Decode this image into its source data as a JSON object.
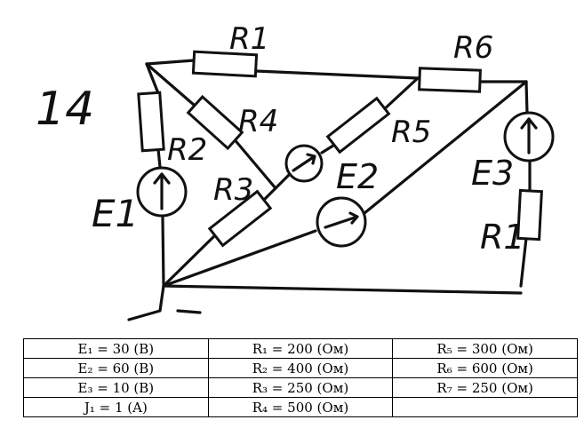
{
  "labels": {
    "problem_number": "14",
    "R1_top": "R1",
    "R6": "R6",
    "R2": "R2",
    "R4": "R4",
    "R5": "R5",
    "R3": "R3",
    "E1": "E1",
    "E2": "E2",
    "E3": "E3",
    "R1_right": "R1"
  },
  "table": {
    "rows": [
      [
        "E₁ = 30 (B)",
        "R₁ = 200 (Ом)",
        "R₅ = 300 (Ом)"
      ],
      [
        "E₂ = 60 (B)",
        "R₂ = 400 (Ом)",
        "R₆ = 600 (Ом)"
      ],
      [
        "E₃ = 10 (B)",
        "R₃ = 250 (Ом)",
        "R₇ = 250 (Ом)"
      ],
      [
        "J₁ = 1 (A)",
        "R₄ = 500 (Ом)",
        ""
      ]
    ]
  }
}
